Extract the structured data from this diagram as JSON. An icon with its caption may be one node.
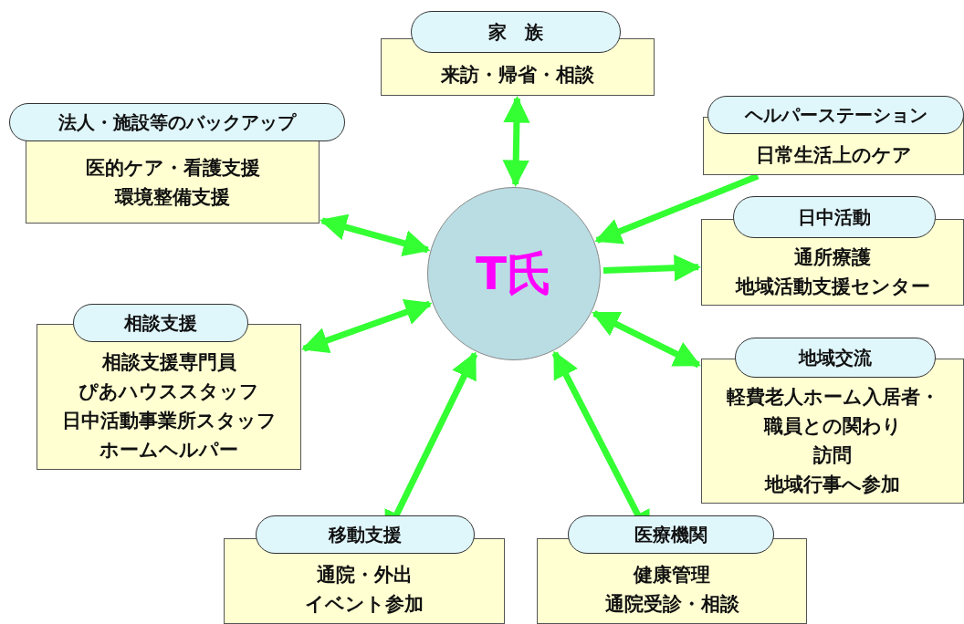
{
  "diagram": {
    "nodes": [
      {
        "text": [
          "家　族",
          "来訪・帰省・相談"
        ]
      },
      {
        "text": [
          "法人・施設等のバックアップ",
          "医的ケア・看護支援",
          "環境整備支援"
        ]
      },
      {
        "text": [
          "ヘルパーステーション",
          "日常生活上のケア"
        ]
      },
      {
        "text": [
          "T氏"
        ]
      },
      {
        "text": [
          "日中活動",
          "通所療護",
          "地域活動支援センター"
        ]
      },
      {
        "text": [
          "相談支援",
          "相談支援専門員",
          "ぴあハウススタッフ",
          "日中活動事業所スタッフ",
          "ホームヘルパー"
        ]
      },
      {
        "text": [
          "地域交流",
          "軽費老人ホーム入居者・",
          "職員との関わり",
          "訪問",
          "地域行事へ参加"
        ]
      },
      {
        "text": [
          "移動支援",
          "通院・外出",
          "イベント参加"
        ]
      },
      {
        "text": [
          "医療機関",
          "健康管理",
          "通院受診・相談"
        ]
      }
    ],
    "edges": [
      {
        "from": 0,
        "to": 3,
        "arrow": "both"
      },
      {
        "from": 1,
        "to": 3,
        "arrow": "both"
      },
      {
        "from": 2,
        "to": 3,
        "arrow": "to"
      },
      {
        "from": 3,
        "to": 4,
        "arrow": "to"
      },
      {
        "from": 5,
        "to": 3,
        "arrow": "both"
      },
      {
        "from": 6,
        "to": 3,
        "arrow": "both"
      },
      {
        "from": 7,
        "to": 3,
        "arrow": "both"
      },
      {
        "from": 8,
        "to": 3,
        "arrow": "both"
      }
    ]
  }
}
